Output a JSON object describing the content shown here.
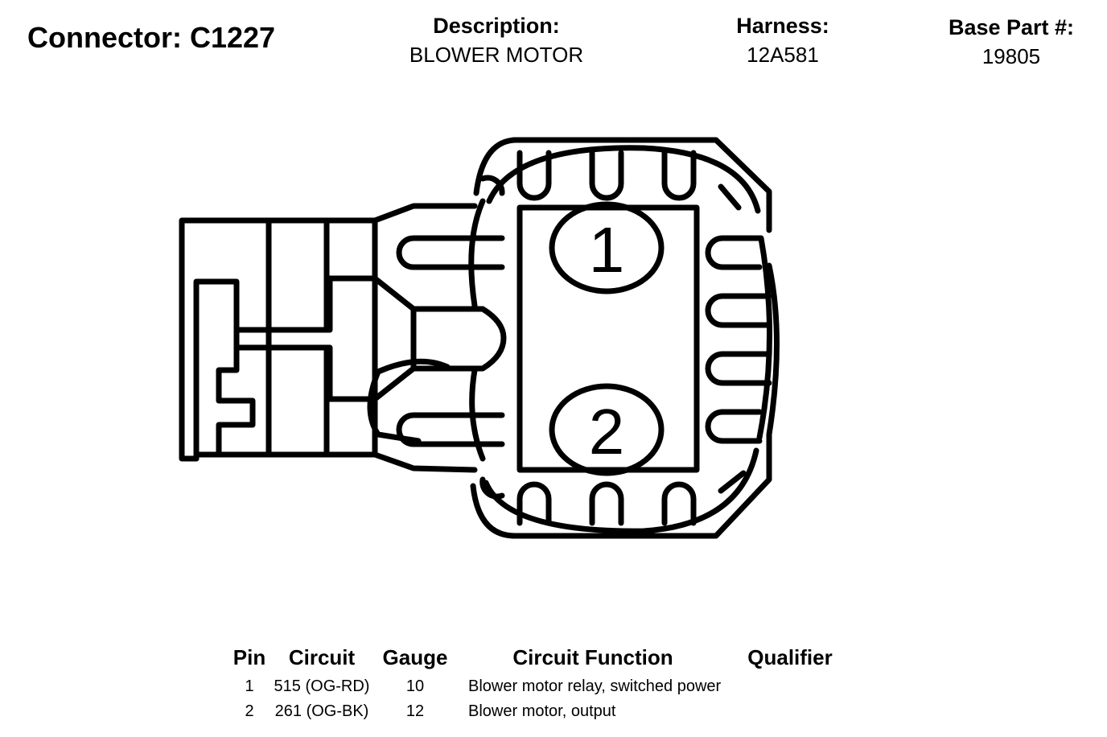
{
  "connector": {
    "label": "Connector: C1227"
  },
  "description": {
    "label": "Description:",
    "value": "BLOWER MOTOR"
  },
  "harness": {
    "label": "Harness:",
    "value": "12A581"
  },
  "base_part": {
    "label": "Base Part #:",
    "value": "19805"
  },
  "diagram": {
    "pin1_label": "1",
    "pin2_label": "2"
  },
  "pin_table": {
    "headers": {
      "pin": "Pin",
      "circuit": "Circuit",
      "gauge": "Gauge",
      "function": "Circuit Function",
      "qualifier": "Qualifier"
    },
    "rows": [
      {
        "pin": "1",
        "circuit": "515 (OG-RD)",
        "gauge": "10",
        "function": "Blower motor relay, switched power",
        "qualifier": ""
      },
      {
        "pin": "2",
        "circuit": "261 (OG-BK)",
        "gauge": "12",
        "function": "Blower motor, output",
        "qualifier": ""
      }
    ]
  }
}
